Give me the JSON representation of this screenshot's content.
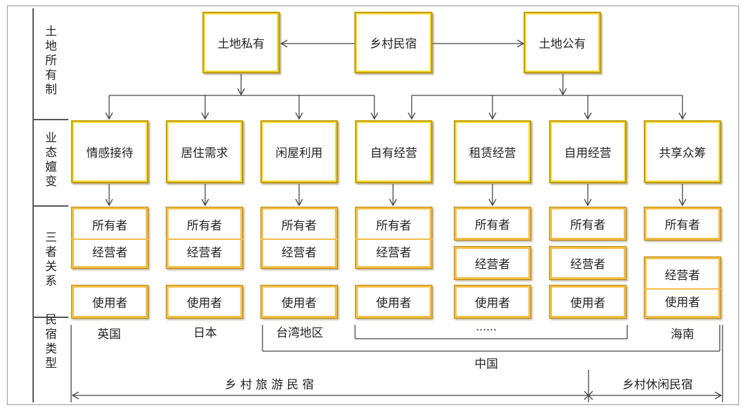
{
  "rows": {
    "ownership": "土地所有制",
    "evolution": "业态嬗变",
    "relation": "三者关系",
    "type": "民宿类型"
  },
  "top": {
    "center": "乡村民宿",
    "left": "土地私有",
    "right": "土地公有"
  },
  "business": [
    "情感接待",
    "居住需求",
    "闲屋利用",
    "自有经营",
    "租赁经营",
    "自用经营",
    "共享众筹"
  ],
  "roles": {
    "owner": "所有者",
    "operator": "经营者",
    "user": "使用者"
  },
  "countries": {
    "uk": "英国",
    "japan": "日本",
    "taiwan": "台湾地区",
    "ellipsis": "……",
    "hainan": "海南",
    "china": "中国"
  },
  "bottom": {
    "rural_tourism": "乡 村 旅 游 民 宿",
    "rural_leisure": "乡村休闲民宿"
  }
}
